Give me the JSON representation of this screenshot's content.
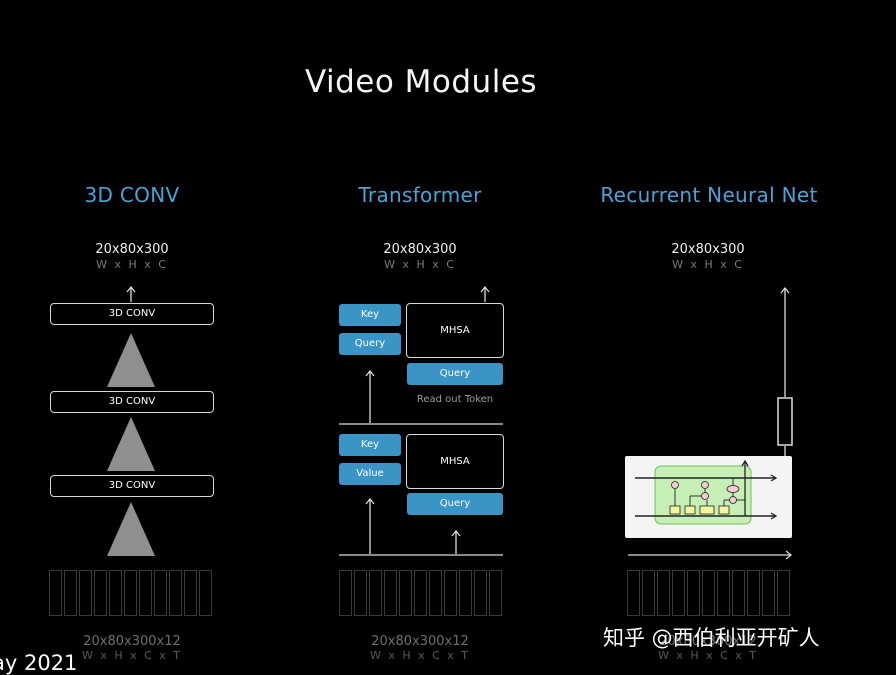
{
  "title": "Video Modules",
  "columns": [
    {
      "heading": "3D CONV",
      "out_dims": "20x80x300",
      "out_dims_sub": "W x H x C",
      "in_dims": "20x80x300x12",
      "in_dims_sub": "W x H x C x T",
      "blocks": [
        "3D CONV",
        "3D CONV",
        "3D CONV"
      ]
    },
    {
      "heading": "Transformer",
      "out_dims": "20x80x300",
      "out_dims_sub": "W x H x C",
      "in_dims": "20x80x300x12",
      "in_dims_sub": "W x H x C x T",
      "top_block": {
        "key": "Key",
        "query": "Query",
        "mhsa": "MHSA",
        "query2": "Query",
        "caption": "Read out Token"
      },
      "bottom_block": {
        "key": "Key",
        "value": "Value",
        "mhsa": "MHSA",
        "query": "Query"
      }
    },
    {
      "heading": "Recurrent Neural Net",
      "out_dims": "20x80x300",
      "out_dims_sub": "W x H x C",
      "in_dims": "20x80x300x12",
      "in_dims_sub": "W x H x C x T"
    }
  ],
  "watermark": "知乎 @西伯利亚开矿人",
  "corner_text": "ay 2021",
  "colors": {
    "accent": "#4aa3d8",
    "button": "#3a94c6",
    "background": "#000000"
  }
}
